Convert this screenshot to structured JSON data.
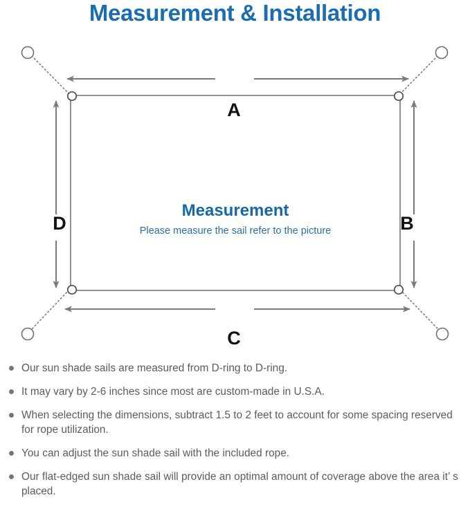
{
  "page": {
    "title": "Measurement & Installation",
    "background_color": "#ffffff",
    "title_color": "#1a6eb0"
  },
  "diagram": {
    "name": "sun-shade-sail-measurement-diagram",
    "center_heading": "Measurement",
    "center_subtext": "Please measure the sail refer to the picture",
    "center_heading_color": "#1569a8",
    "center_subtext_color": "#2b6e9e",
    "dimension_labels": {
      "top": "A",
      "right": "B",
      "bottom": "C",
      "left": "D"
    },
    "sail": {
      "shape": "rectangle",
      "stroke_color": "#6e6e6e",
      "corner_rings": 4,
      "corner_ring_label": "d-ring"
    },
    "anchors": {
      "count": 4,
      "label": "anchor-point",
      "connector_style": "dotted",
      "stroke_color": "#6e6e6e"
    },
    "arrow_color": "#7a7a7a"
  },
  "notes": [
    "Our sun shade sails are measured from D-ring to D-ring.",
    "It may vary by 2-6 inches since most are custom-made in U.S.A.",
    "When selecting the dimensions, subtract 1.5 to 2 feet to account for some spacing reserved for rope utilization.",
    "You can adjust the sun shade sail with the included rope.",
    "Our flat-edged sun shade sail will provide an optimal amount of coverage above the area it’ s placed."
  ],
  "bullet_color": "#777777",
  "notes_text_color": "#5b5b5b"
}
